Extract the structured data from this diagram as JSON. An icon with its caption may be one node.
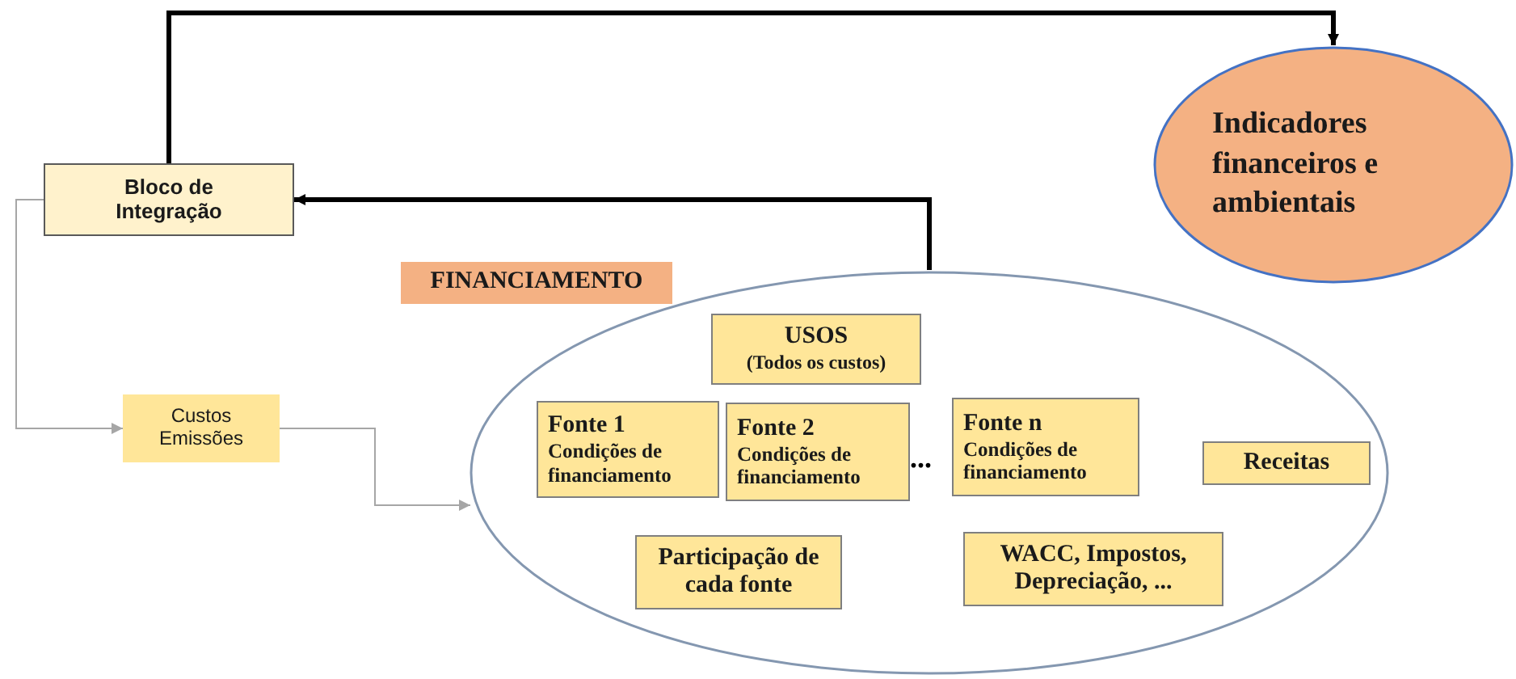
{
  "diagram": {
    "nodes": [
      {
        "text": [
          "Bloco de Integração"
        ]
      },
      {
        "text": [
          "Indicadores financeiros e ambientais"
        ]
      },
      {
        "text": [
          "FINANCIAMENTO"
        ]
      },
      {
        "text": [],
        "shape": "ellipse"
      },
      {
        "text": [
          "USOS",
          "(Todos os custos)"
        ],
        "in": 3
      },
      {
        "text": [
          "Fonte 1",
          "Condições de financiamento"
        ],
        "in": 3
      },
      {
        "text": [
          "Fonte 2",
          "Condições de financiamento"
        ],
        "in": 3
      },
      {
        "text": [
          "Fonte n",
          "Condições de financiamento"
        ],
        "in": 3
      },
      {
        "text": [
          "Receitas"
        ],
        "in": 3
      },
      {
        "text": [
          "Participação de cada fonte"
        ],
        "in": 3
      },
      {
        "text": [
          "WACC, Impostos, Depreciação, ..."
        ],
        "in": 3
      },
      {
        "text": [
          "Custos Emissões"
        ]
      }
    ],
    "edges": [
      {
        "from": 0,
        "to": 1,
        "arrow": "to",
        "style": "thick"
      },
      {
        "from": 3,
        "to": 0,
        "arrow": "to",
        "style": "thick"
      },
      {
        "from": 0,
        "to": 11,
        "arrow": "to",
        "color": "#a6a6a6"
      },
      {
        "from": 11,
        "to": 3,
        "arrow": "to",
        "color": "#a6a6a6"
      }
    ],
    "labels": [
      "..."
    ]
  }
}
